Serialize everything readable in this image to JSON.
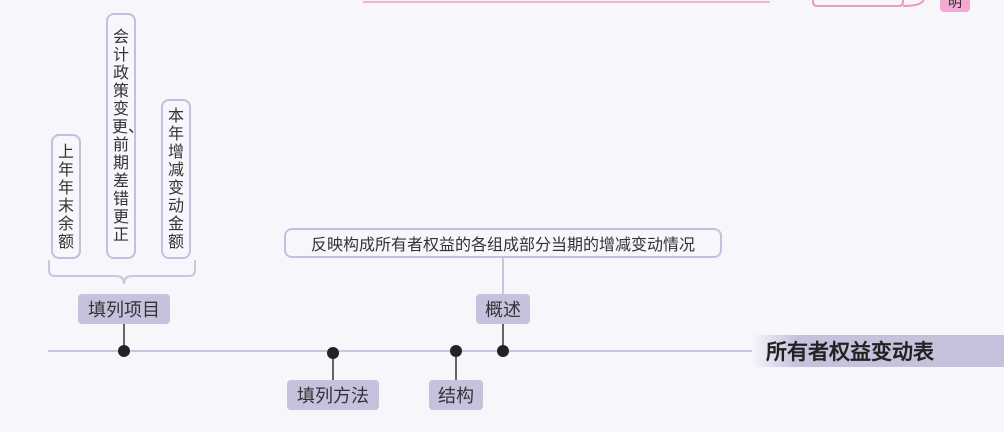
{
  "root": {
    "title": "所有者权益变动表"
  },
  "branches": {
    "items": {
      "label": "填列项目"
    },
    "method": {
      "label": "填列方法"
    },
    "structure": {
      "label": "结构"
    },
    "overview": {
      "label": "概述"
    }
  },
  "item_children": [
    {
      "label": "上年年末余额"
    },
    {
      "label": "会计政策变更、前期差错更正"
    },
    {
      "label": "本年增减变动金额"
    }
  ],
  "overview_child": {
    "label": "反映构成所有者权益的各组成部分当期的增减变动情况"
  },
  "top_partial": {
    "label": "明"
  },
  "colors": {
    "pill": "#c4c2dc",
    "outline": "#c2c0de",
    "spine": "#c8c6de",
    "pink_line": "#e48cbf",
    "pink_tag": "#f2a9d2"
  }
}
